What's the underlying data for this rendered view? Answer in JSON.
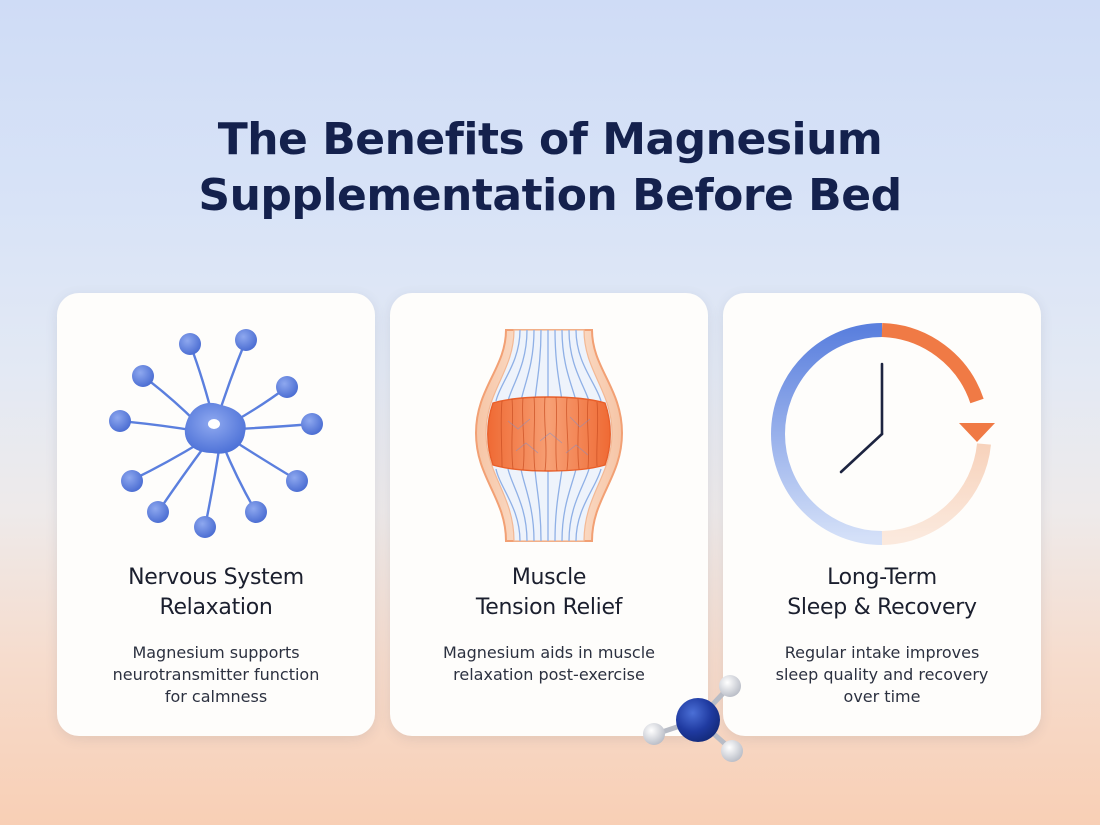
{
  "title": {
    "line1": "The Benefits of Magnesium",
    "line2": "Supplementation Before Bed"
  },
  "cards": [
    {
      "icon": "neuron-icon",
      "heading": [
        "Nervous System",
        "Relaxation"
      ],
      "body": [
        "Magnesium supports",
        "neurotransmitter function",
        "for calmness"
      ]
    },
    {
      "icon": "muscle-fiber-icon",
      "heading": [
        "Muscle",
        "Tension Relief"
      ],
      "body": [
        "Magnesium aids in muscle",
        "relaxation post-exercise"
      ]
    },
    {
      "icon": "clock-cycle-icon",
      "heading": [
        "Long-Term",
        "Sleep & Recovery"
      ],
      "body": [
        "Regular intake improves",
        "sleep quality and recovery",
        "over time"
      ]
    }
  ],
  "decoration": {
    "icon": "molecule-icon"
  },
  "colors": {
    "title": "#14214d",
    "blue_accent": "#5b80de",
    "orange_accent": "#f07a45",
    "card_background": "#fefdfb"
  }
}
